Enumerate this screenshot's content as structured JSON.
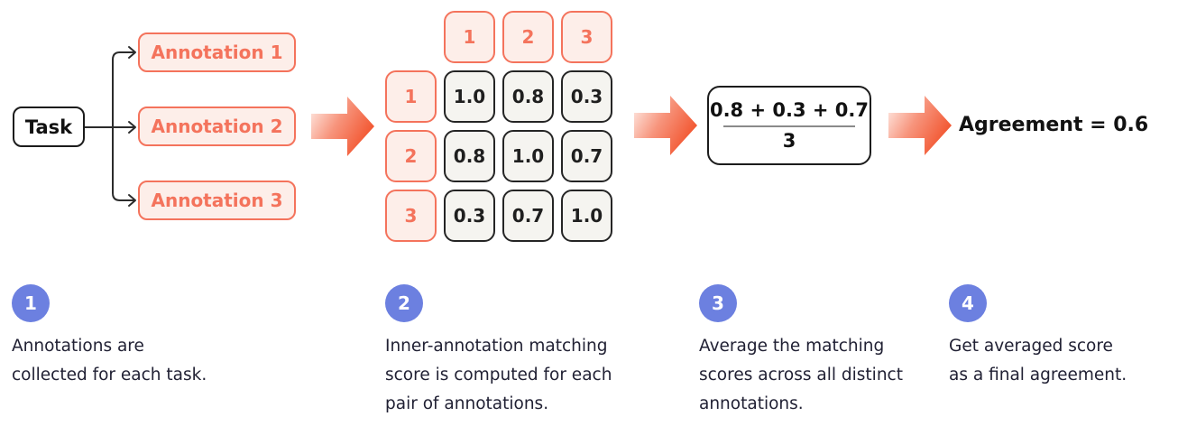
{
  "colors": {
    "salmon": "#F4735C",
    "salmon_fill": "#FDEEE9",
    "dark": "#1C1C1C",
    "cell_fill": "#F5F4F0",
    "step_circle": "#6C80E0",
    "body_text": "#212134"
  },
  "flow": {
    "task_label": "Task",
    "annotations": [
      "Annotation 1",
      "Annotation 2",
      "Annotation 3"
    ],
    "matrix": {
      "col_headers": [
        "1",
        "2",
        "3"
      ],
      "row_headers": [
        "1",
        "2",
        "3"
      ],
      "rows": [
        [
          "1.0",
          "0.8",
          "0.3"
        ],
        [
          "0.8",
          "1.0",
          "0.7"
        ],
        [
          "0.3",
          "0.7",
          "1.0"
        ]
      ]
    },
    "fraction": {
      "numerator": "0.8 + 0.3 + 0.7",
      "denominator": "3"
    },
    "result": "Agreement = 0.6"
  },
  "steps": [
    {
      "number": "1",
      "lines": [
        "Annotations are",
        "collected for each task."
      ]
    },
    {
      "number": "2",
      "lines": [
        "Inner-annotation matching",
        "score is computed for each",
        "pair of annotations."
      ]
    },
    {
      "number": "3",
      "lines": [
        "Average the matching",
        "scores across all distinct",
        "annotations."
      ]
    },
    {
      "number": "4",
      "lines": [
        "Get averaged score",
        "as a final agreement."
      ]
    }
  ]
}
